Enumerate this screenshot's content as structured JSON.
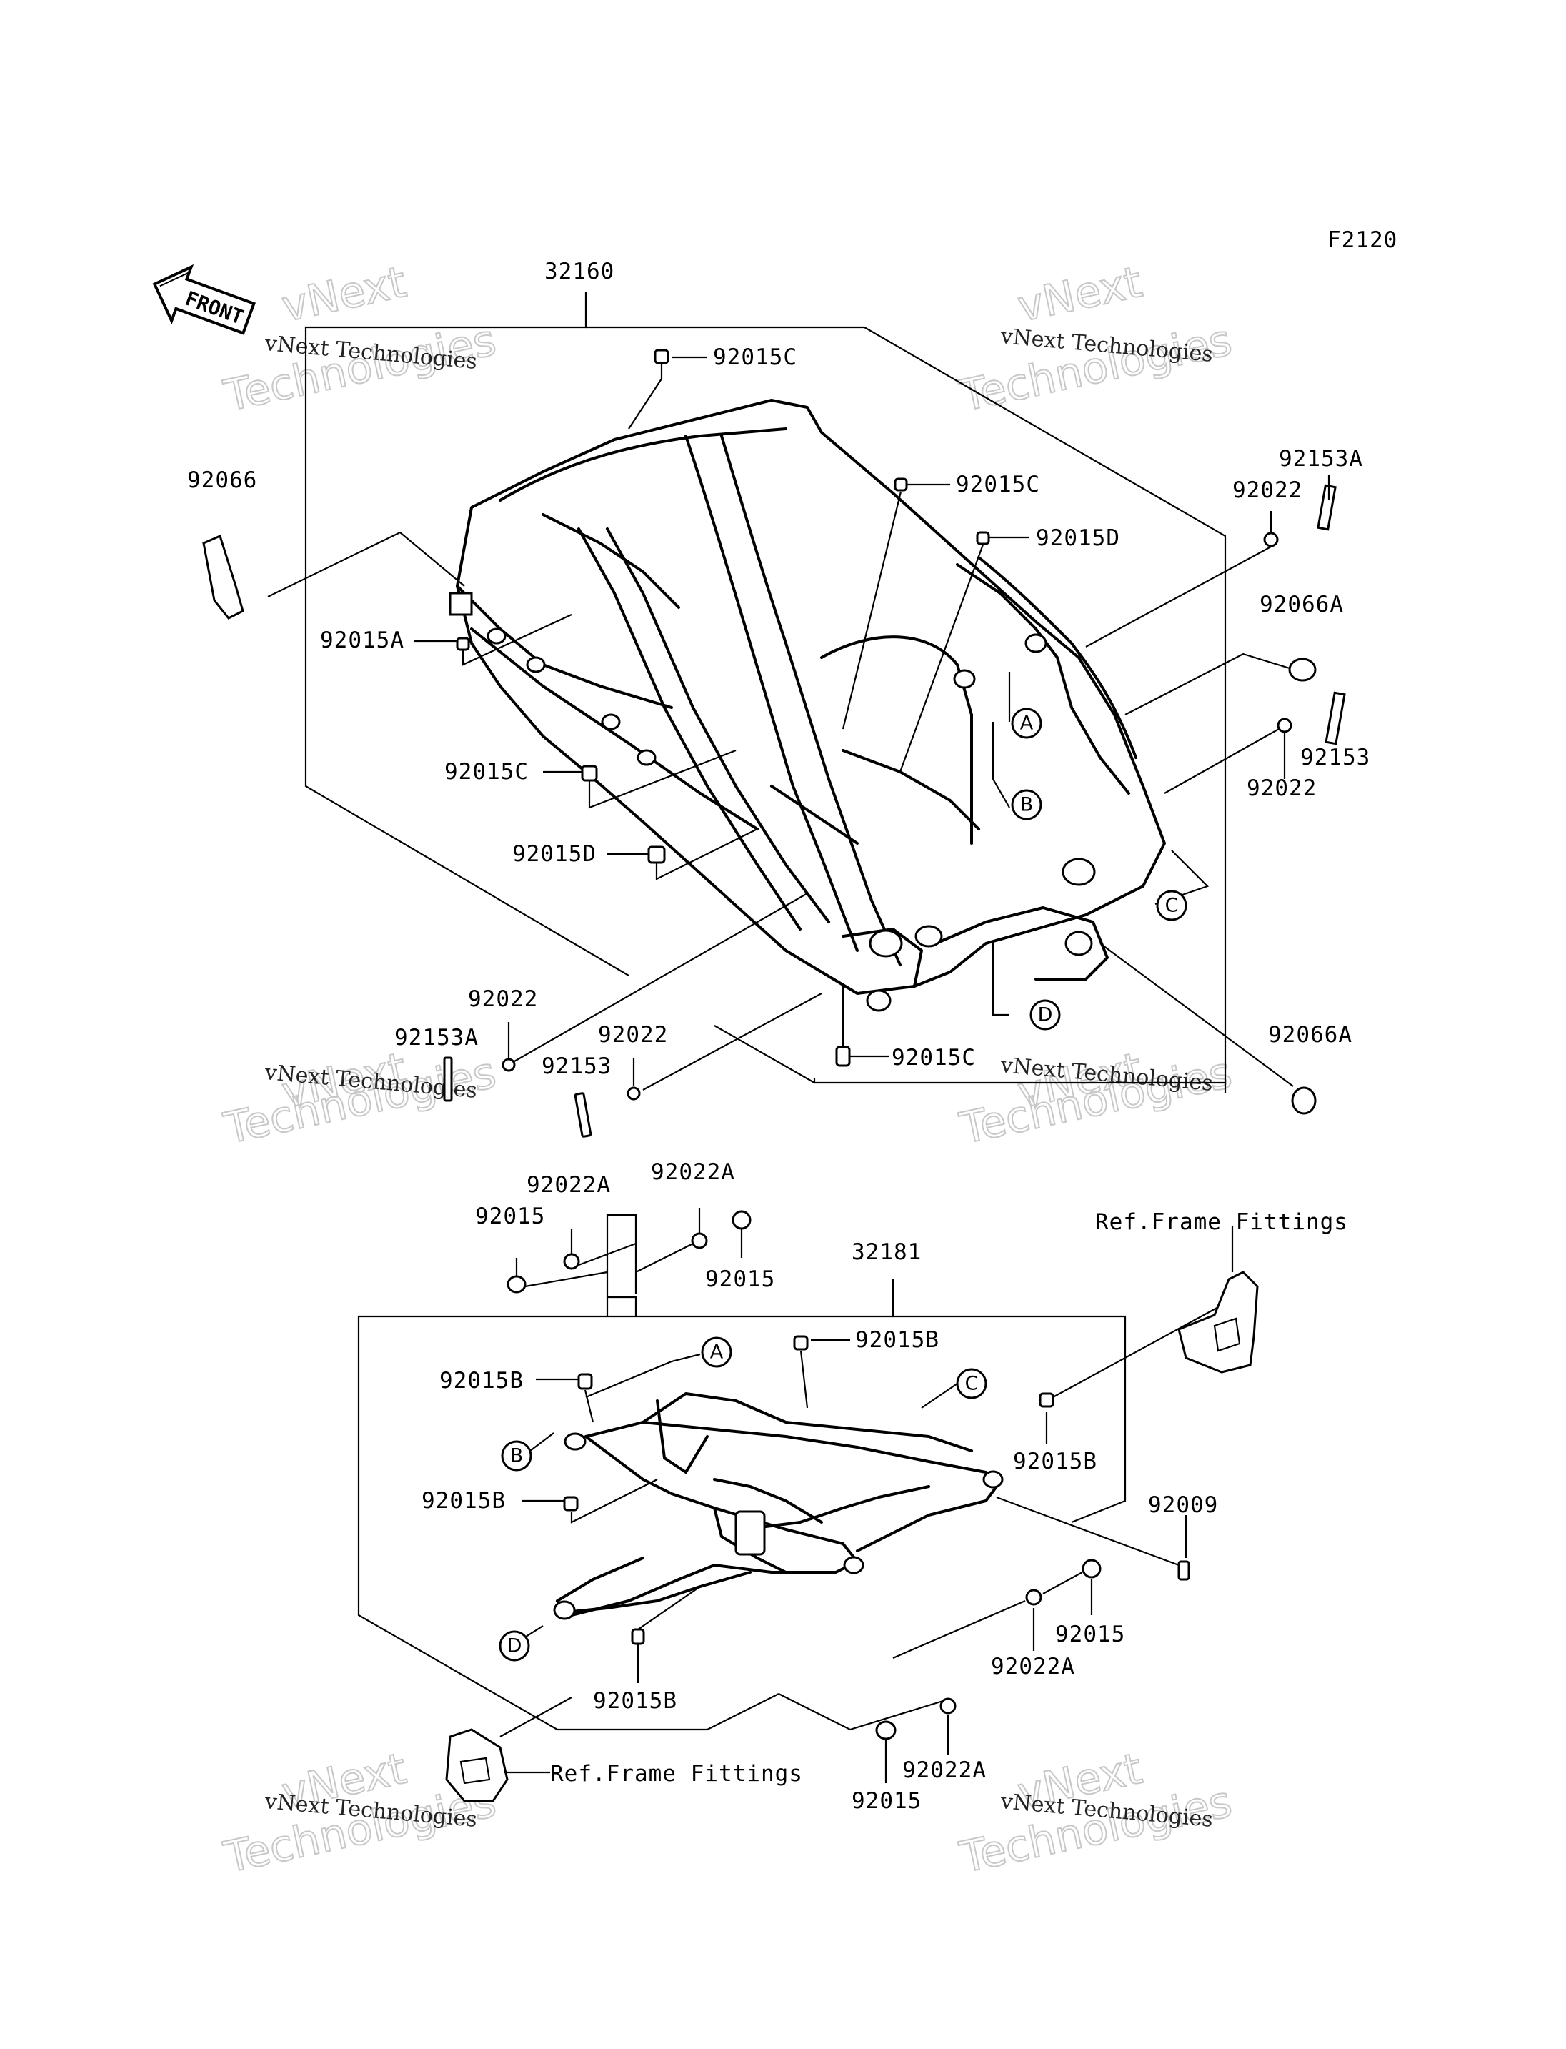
{
  "diagram_code": "F2120",
  "front_label": "FRONT",
  "watermark": {
    "brand": "vNext",
    "company": "vNext Technologies",
    "word": "Technologies"
  },
  "callouts": {
    "c_32160": "32160",
    "c_92066": "92066",
    "c_92015C_1": "92015C",
    "c_92015C_2": "92015C",
    "c_92015D_1": "92015D",
    "c_92153A_1": "92153A",
    "c_92022_1": "92022",
    "c_92066A_1": "92066A",
    "c_92015A": "92015A",
    "c_92153": "92153",
    "c_92022_2": "92022",
    "c_92015C_3": "92015C",
    "c_92015D_2": "92015D",
    "c_92022_3": "92022",
    "c_92153A_2": "92153A",
    "c_92022_4": "92022",
    "c_92153_2": "92153",
    "c_92015C_4": "92015C",
    "c_92066A_2": "92066A",
    "c_92022A_1": "92022A",
    "c_92022A_2": "92022A",
    "c_92015_1": "92015",
    "c_92015_2": "92015",
    "c_32181": "32181",
    "c_ref_1": "Ref.Frame Fittings",
    "c_92015B_1": "92015B",
    "c_92015B_2": "92015B",
    "c_92015B_3": "92015B",
    "c_92015B_4": "92015B",
    "c_92015B_5": "92015B",
    "c_92009": "92009",
    "c_92015_3": "92015",
    "c_92022A_3": "92022A",
    "c_92022A_4": "92022A",
    "c_92015_4": "92015",
    "c_ref_2": "Ref.Frame Fittings"
  },
  "markers": {
    "a1": "A",
    "b1": "B",
    "c1": "C",
    "d1": "D",
    "a2": "A",
    "b2": "B",
    "c2": "C",
    "d2": "D"
  }
}
